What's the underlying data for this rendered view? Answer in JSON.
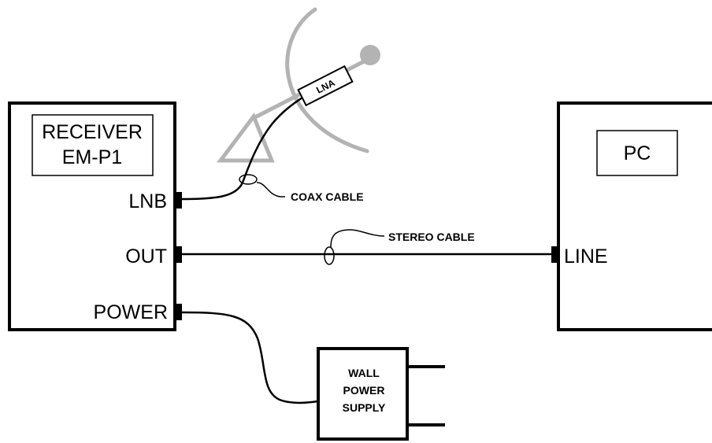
{
  "receiver": {
    "title_line1": "RECEIVER",
    "title_line2": "EM-P1",
    "port_lnb": "LNB",
    "port_out": "OUT",
    "port_power": "POWER"
  },
  "pc": {
    "title": "PC",
    "port_line": "LINE"
  },
  "dish": {
    "lna_label": "LNA"
  },
  "cables": {
    "coax_label": "COAX CABLE",
    "stereo_label": "STEREO CABLE"
  },
  "power_supply": {
    "line1": "WALL",
    "line2": "POWER",
    "line3": "SUPPLY"
  },
  "colors": {
    "line": "#000000",
    "dish": "#b3b3b3",
    "background": "#ffffff"
  }
}
